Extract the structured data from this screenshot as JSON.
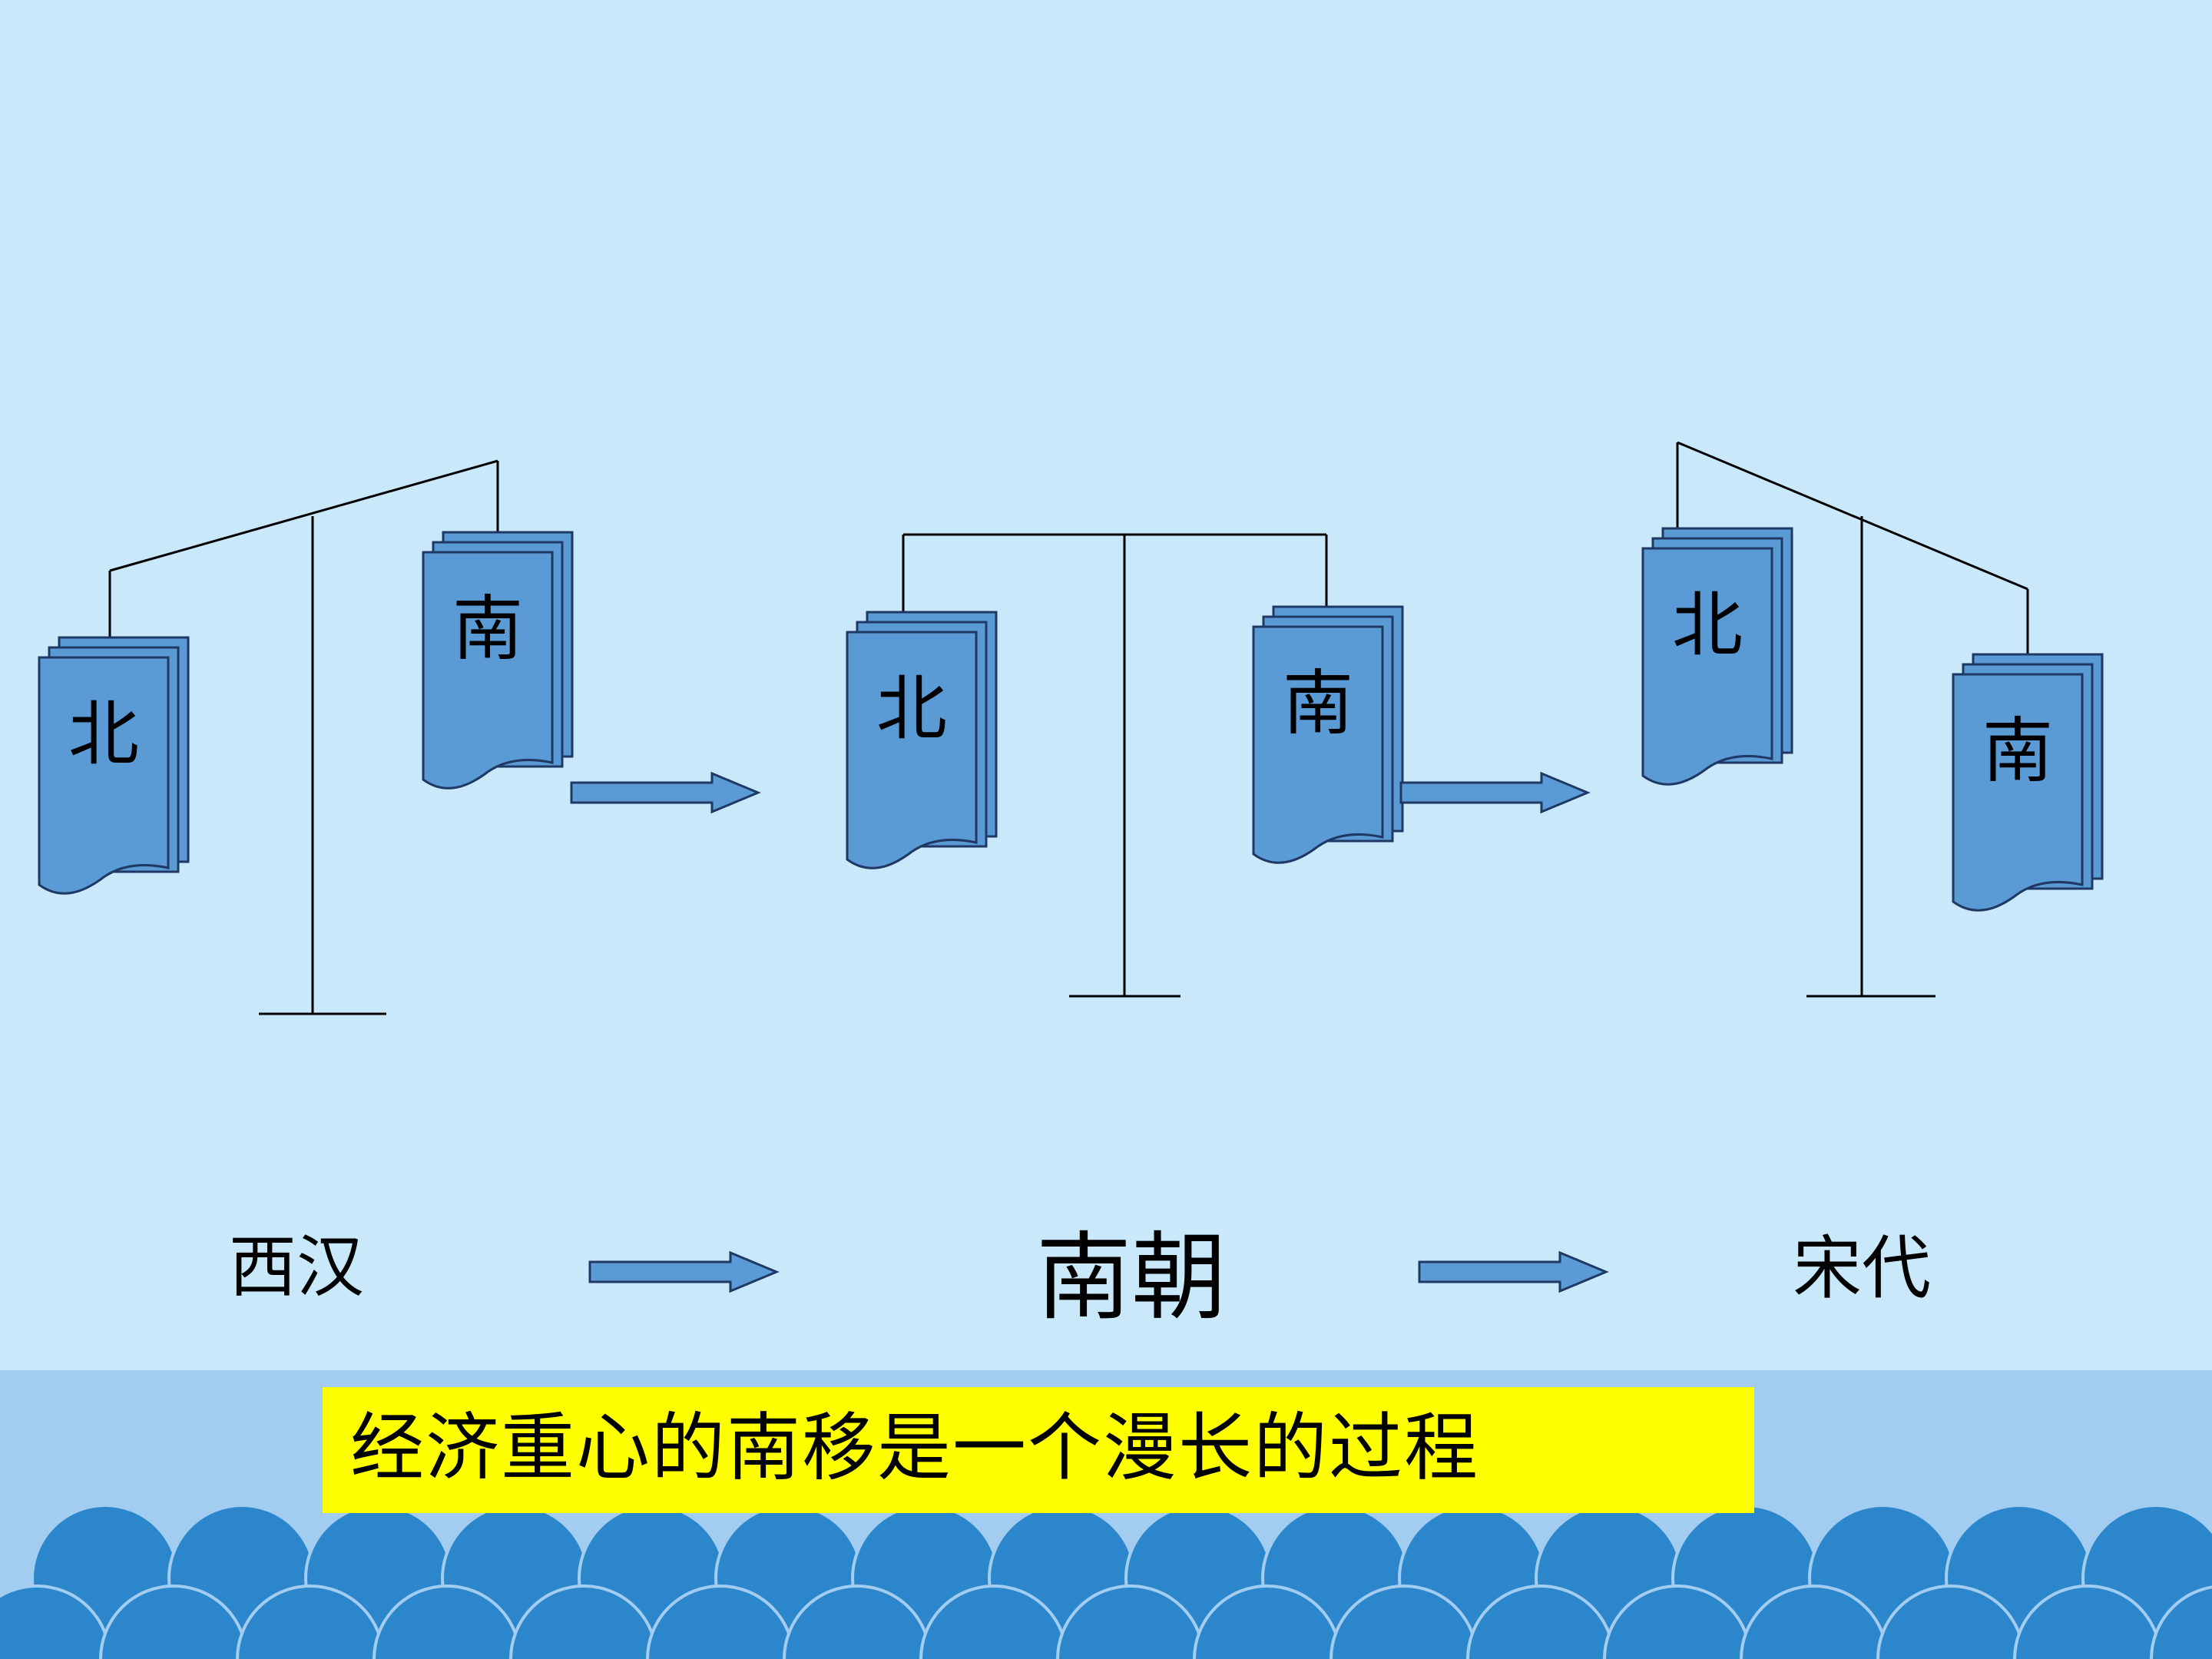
{
  "colors": {
    "background": "#c9e9fb",
    "band": "#a3cdf0",
    "scallop": "#2b86cc",
    "document_fill": "#5b9bd5",
    "document_stroke": "#1f3864",
    "arrow_fill": "#5b9bd5",
    "caption_background": "#ffff00"
  },
  "scales": [
    {
      "left_label": "北",
      "right_label": "南"
    },
    {
      "left_label": "北",
      "right_label": "南"
    },
    {
      "left_label": "北",
      "right_label": "南"
    }
  ],
  "eras": [
    "西汉",
    "南朝",
    "宋代"
  ],
  "caption": "经济重心的南移是一个漫长的过程"
}
